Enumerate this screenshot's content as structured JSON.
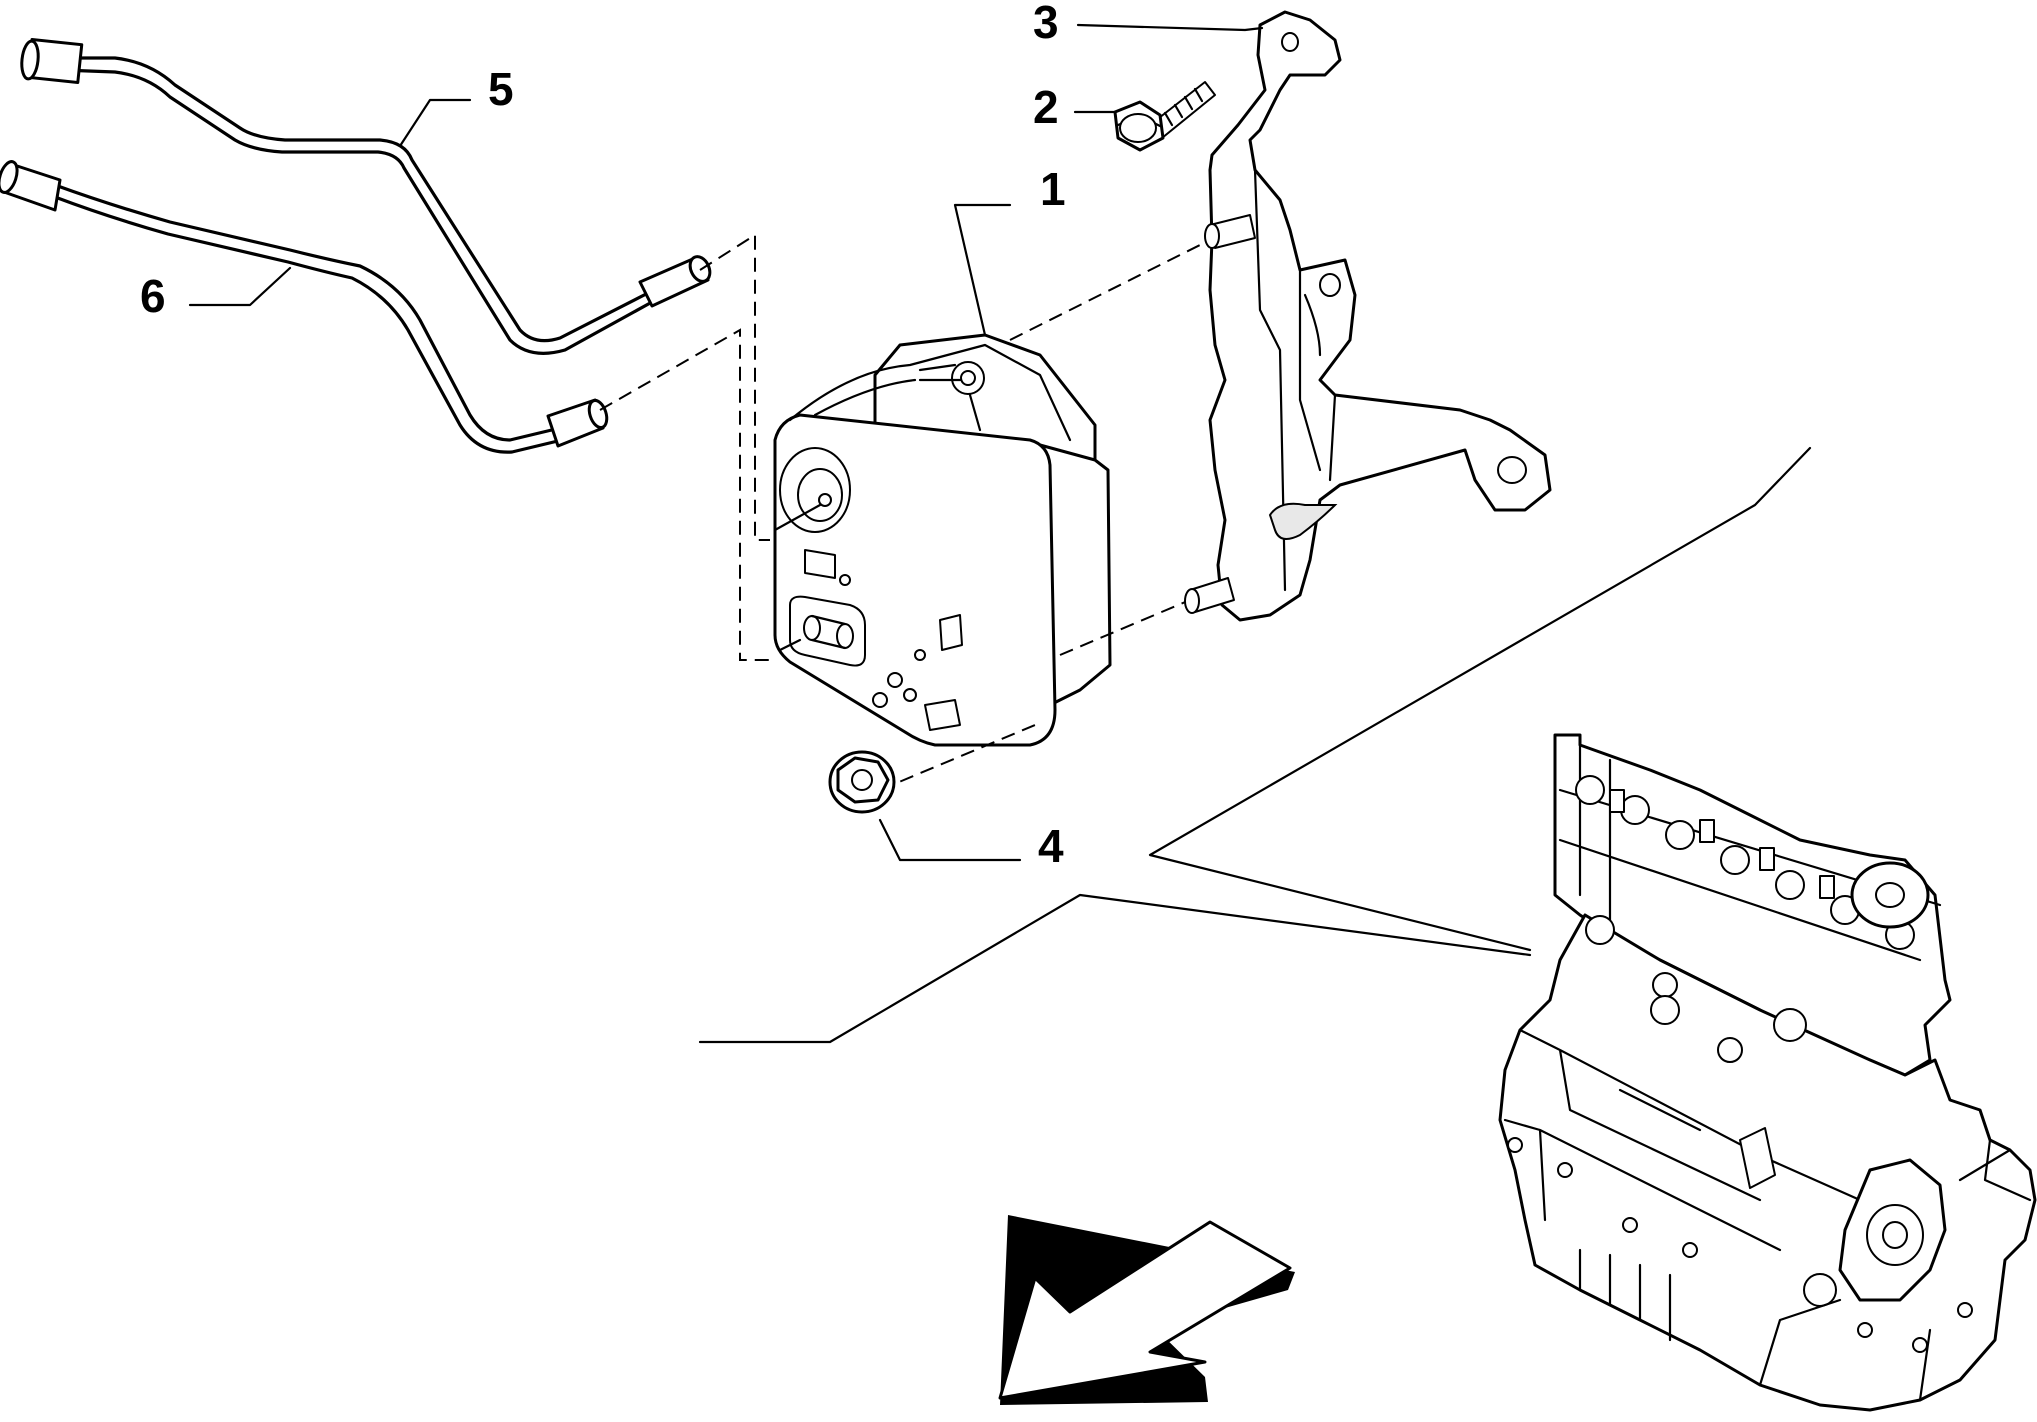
{
  "diagram": {
    "callouts": [
      {
        "id": "1",
        "label": "1"
      },
      {
        "id": "2",
        "label": "2"
      },
      {
        "id": "3",
        "label": "3"
      },
      {
        "id": "4",
        "label": "4"
      },
      {
        "id": "5",
        "label": "5"
      },
      {
        "id": "6",
        "label": "6"
      }
    ],
    "parts": [
      {
        "callout": "1",
        "name": "module-box"
      },
      {
        "callout": "2",
        "name": "bolt"
      },
      {
        "callout": "3",
        "name": "mounting-bracket"
      },
      {
        "callout": "4",
        "name": "flange-nut"
      },
      {
        "callout": "5",
        "name": "upper-pipe"
      },
      {
        "callout": "6",
        "name": "lower-pipe"
      }
    ],
    "icons": [
      "direction-arrow-icon",
      "engine-block-icon"
    ]
  }
}
